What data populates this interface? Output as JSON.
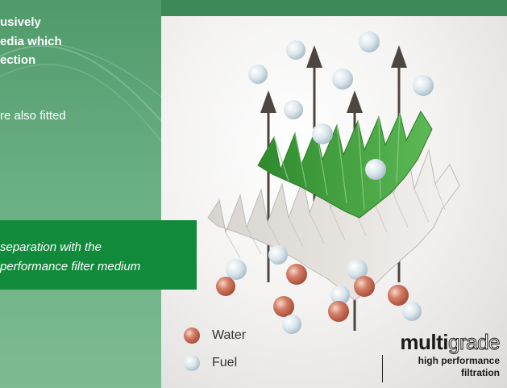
{
  "left_panel": {
    "intro_lines": "usively\nedia which\nection",
    "fitted_text": "re also fitted"
  },
  "callout": {
    "text": "separation with the\nperformance filter medium"
  },
  "legend": {
    "items": [
      {
        "label": "Water",
        "color": "#c8735e"
      },
      {
        "label": "Fuel",
        "color": "#b9cdd9"
      }
    ]
  },
  "brand": {
    "name_bold": "multi",
    "name_light": "grade",
    "line1": "high performance",
    "line2": "filtration"
  },
  "colors": {
    "panel_green": "#5fa67a",
    "callout_green": "#128a3c",
    "medium_green": "#3f9b3a",
    "water": "#c8735e",
    "fuel": "#c9dae4"
  }
}
